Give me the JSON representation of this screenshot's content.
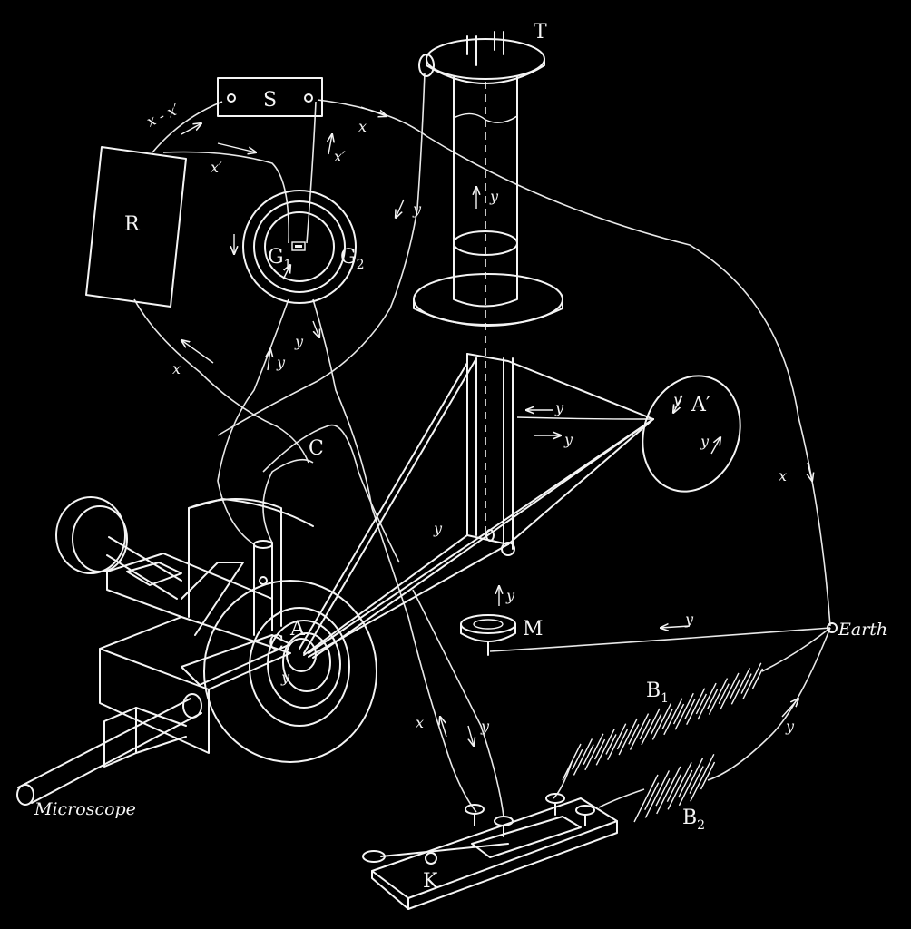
{
  "labels": {
    "t": "T",
    "s": "S",
    "r": "R",
    "g1": "G",
    "g1_sub": "1",
    "g2": "G",
    "g2_sub": "2",
    "a_prime": "A′",
    "c_upper": "C",
    "c_lower": "C",
    "a": "A",
    "m": "M",
    "earth": "Earth",
    "b1": "B",
    "b1_sub": "1",
    "b2": "B",
    "b2_sub": "2",
    "k": "K",
    "microscope": "Microscope"
  },
  "currents": {
    "x": "x",
    "x_prime": "x′",
    "x_minus_x_prime": "x - x′",
    "y": "y"
  }
}
